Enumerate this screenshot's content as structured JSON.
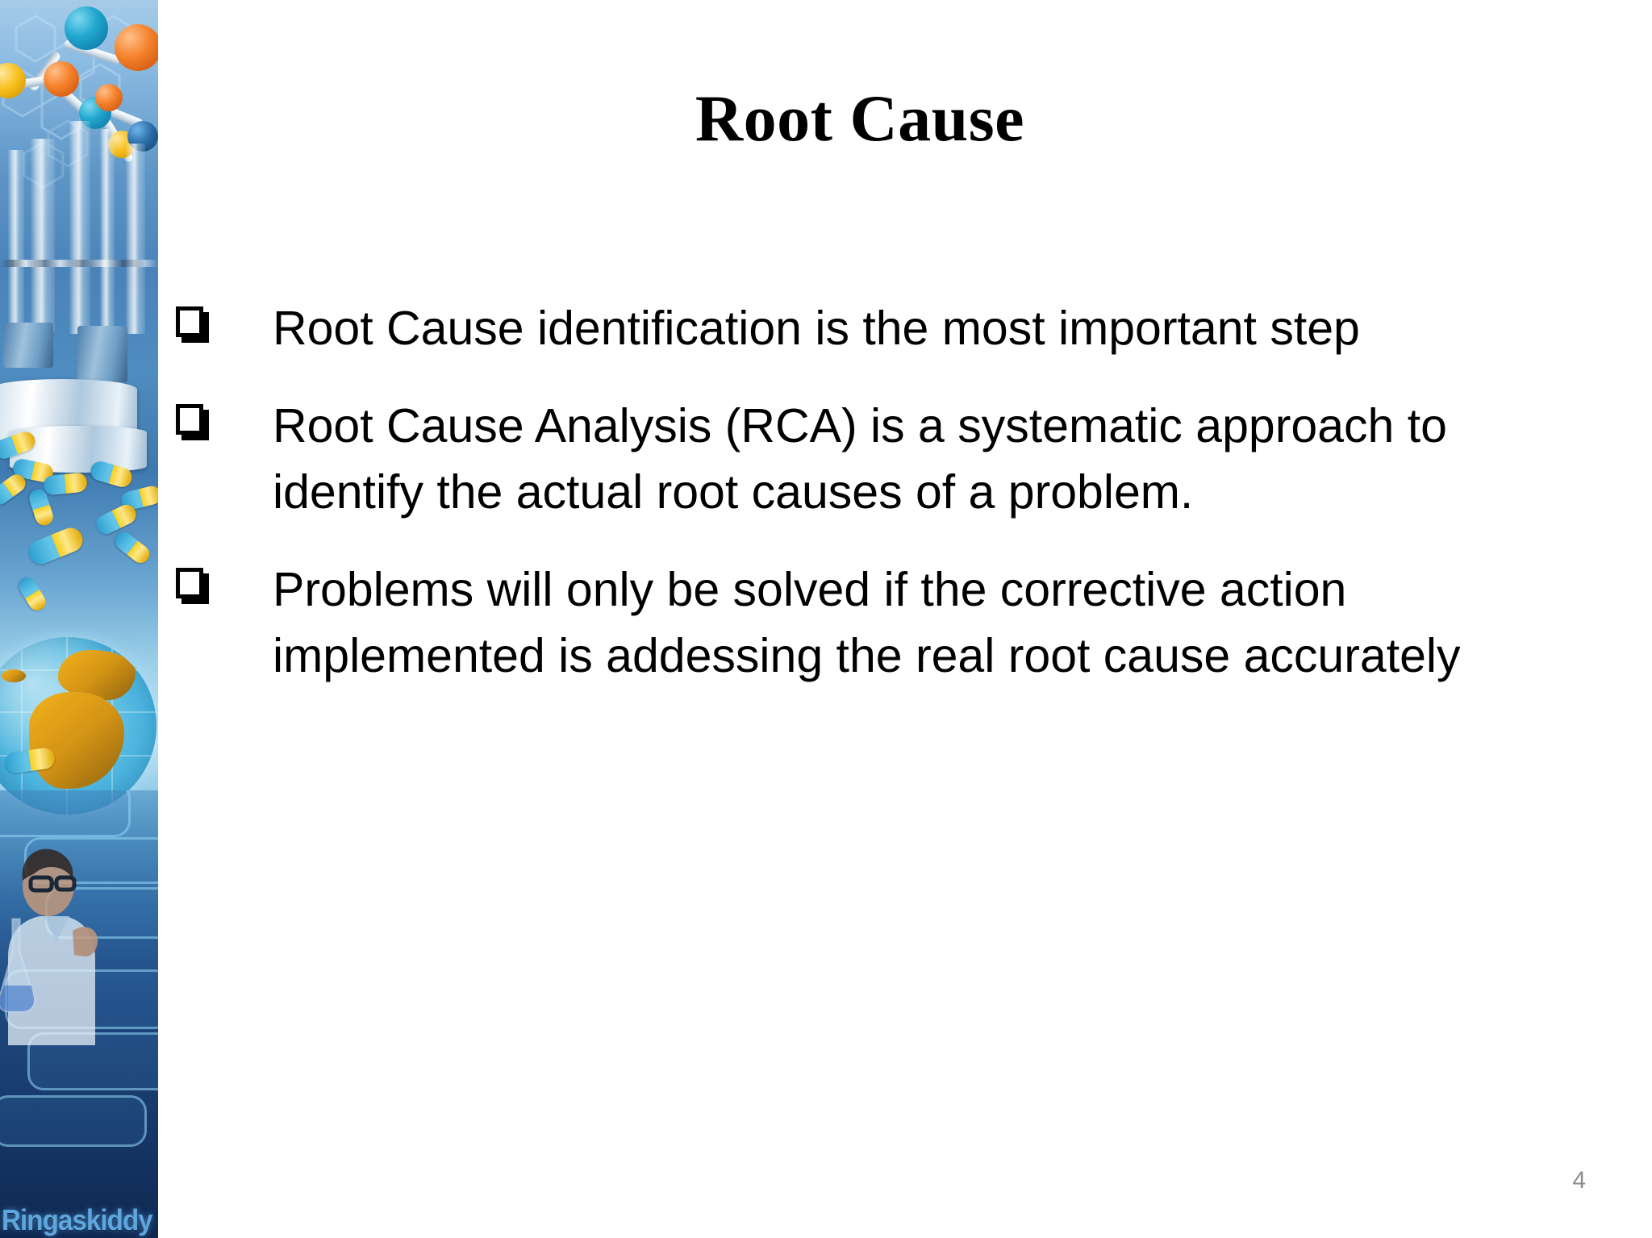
{
  "slide": {
    "title": "Root Cause",
    "page_number": "4",
    "bullets": [
      {
        "marker": "hollow-square-bullet",
        "text": "Root Cause identification is the most important step"
      },
      {
        "marker": "hollow-square-bullet",
        "text": "Root Cause Analysis (RCA) is a systematic approach to identify the actual root causes of a problem."
      },
      {
        "marker": "hollow-square-bullet",
        "text": "Problems will only be solved if the corrective action implemented is addessing the real root cause accurately"
      }
    ]
  },
  "sidebar": {
    "caption": "Ringaskiddy",
    "description": "pharmaceutical-science-montage",
    "colors": {
      "band_top": "#a6cbe8",
      "band_mid": "#4a83b8",
      "band_bottom": "#16335c",
      "caption_color": "#5ea7dd",
      "atom_blue": "#21a7cf",
      "atom_orange": "#f5802a",
      "atom_yellow": "#f7bf1c",
      "capsule_yellow": "#f6cf1e",
      "capsule_blue": "#2e9fd0",
      "globe_land": "#f2b21c"
    }
  },
  "theme": {
    "background": "#ffffff",
    "text_color": "#000000",
    "page_number_color": "#8d8d8d"
  }
}
